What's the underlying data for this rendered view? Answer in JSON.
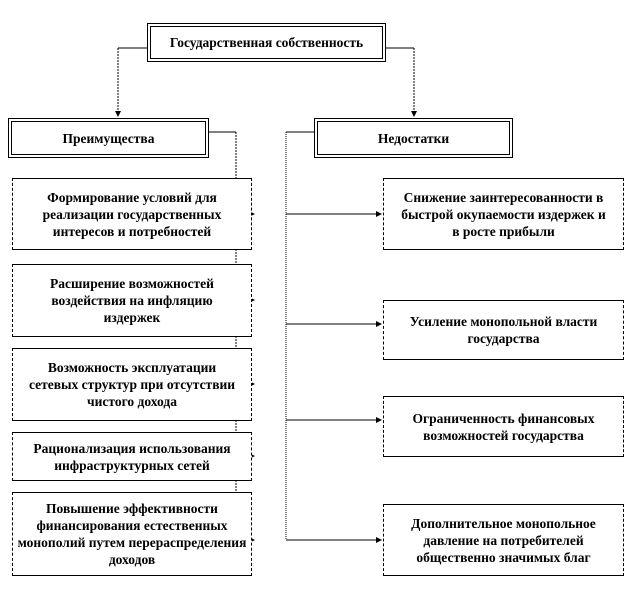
{
  "title": "Государственная собственность",
  "advantages": {
    "header": "Преимущества",
    "items": [
      "Формирование условий для реализации государственных интересов и потребностей",
      "Расширение возможностей воздействия на инфляцию издержек",
      "Возможность эксплуатации сетевых структур при отсутствии чистого дохода",
      "Рационализация использования инфраструктурных сетей",
      "Повышение эффективности финансирования естественных монополий путем перераспределения доходов"
    ]
  },
  "disadvantages": {
    "header": "Недостатки",
    "items": [
      "Снижение заинтересованности в быстрой окупаемости издержек и в росте прибыли",
      "Усиление монопольной власти государства",
      "Ограниченность финансовых возможностей государства",
      "Дополнительное монопольное давление на потребителей общественно значимых благ"
    ]
  }
}
